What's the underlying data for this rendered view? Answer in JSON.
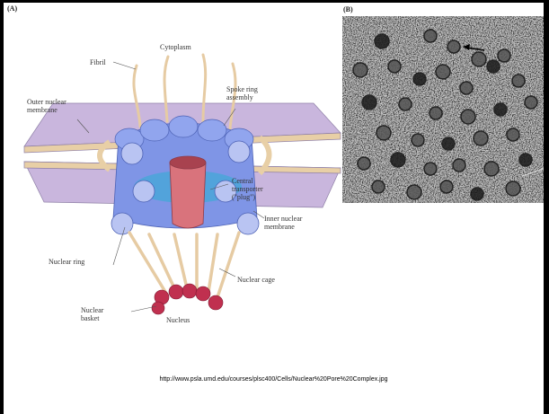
{
  "panel_a": {
    "label": "(A)",
    "labels": {
      "cytoplasm": "Cytoplasm",
      "fibril": "Fibril",
      "outer_membrane": "Outer nuclear\nmembrane",
      "spoke_ring": "Spoke ring\nassembly",
      "central_transporter": "Central\ntransporter\n(\"plug\")",
      "inner_membrane": "Inner nuclear\nmembrane",
      "nuclear_ring": "Nuclear ring",
      "nuclear_cage": "Nuclear cage",
      "nuclear_basket": "Nuclear\nbasket",
      "nucleus": "Nucleus"
    }
  },
  "panel_b": {
    "label": "(B)"
  },
  "source_url": "http://www.psla.umd.edu/courses/plsc400/Cells/Nuclear%20Pore%20Complex.jpg",
  "colors": {
    "membrane": "#c9b6dd",
    "membrane_edge": "#e8cfa6",
    "ring": "#7f95e6",
    "ring_light": "#b9c4f2",
    "plug": "#d9737c",
    "basket": "#c0304f",
    "fibril": "#e6cba3"
  }
}
